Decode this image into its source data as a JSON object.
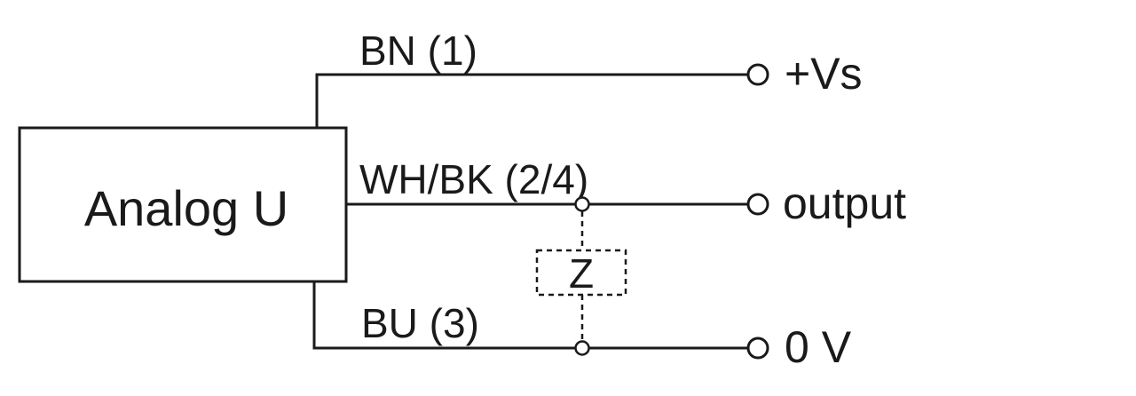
{
  "sensor": {
    "label": "Analog U"
  },
  "wires": {
    "supply": {
      "label": "BN (1)"
    },
    "signal": {
      "label": "WH/BK (2/4)"
    },
    "ground": {
      "label": "BU (3)"
    }
  },
  "terminals": {
    "supply": "+Vs",
    "signal": "output",
    "ground": "0 V"
  },
  "load": {
    "label": "Z"
  }
}
